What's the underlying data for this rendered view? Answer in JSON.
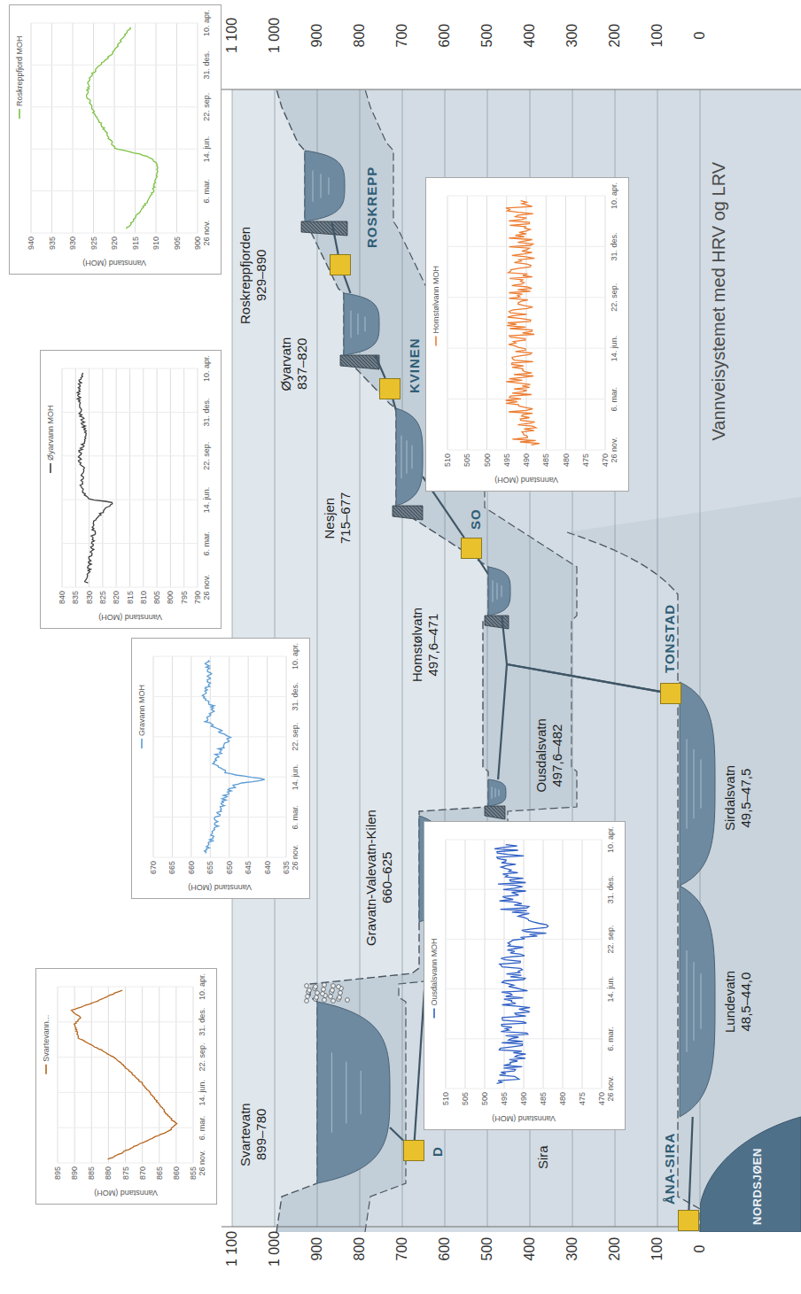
{
  "diagram": {
    "title": "Vannveisystemet med HRV og LRV",
    "nodes": [
      {
        "text": [
          "Roskreppfjord MOH",
          "Vannstand (MOH)",
          "940",
          "935",
          "930",
          "925",
          "920",
          "915",
          "910",
          "905",
          "900",
          "26 nov.",
          "6. mar.",
          "14. jun.",
          "22. sep.",
          "31. des.",
          "10. apr."
        ]
      },
      {
        "text": [
          "Øyarvann MOH",
          "Vannstand (MOH)",
          "840",
          "835",
          "830",
          "825",
          "820",
          "815",
          "810",
          "805",
          "800",
          "795",
          "790",
          "26 nov.",
          "6. mar.",
          "14. jun.",
          "22. sep.",
          "31. des.",
          "10. apr."
        ]
      },
      {
        "text": [
          "Gravann MOH",
          "Vannstand (MOH)",
          "670",
          "665",
          "660",
          "655",
          "650",
          "645",
          "640",
          "635",
          "26 nov.",
          "6. mar.",
          "14. jun.",
          "22. sep.",
          "31. des.",
          "10. apr."
        ]
      },
      {
        "text": [
          "Svartevann...",
          "Vannstand (MOH)",
          "895",
          "890",
          "885",
          "880",
          "875",
          "870",
          "865",
          "860",
          "855",
          "26 nov.",
          "6. mar.",
          "14. jun.",
          "22. sep.",
          "31. des.",
          "10. apr."
        ]
      },
      {
        "text": [
          "Homstølvann MOH",
          "Vannstand (MOH)",
          "510",
          "505",
          "500",
          "495",
          "490",
          "485",
          "480",
          "475",
          "470",
          "26 nov.",
          "6. mar.",
          "14. jun.",
          "22. sep.",
          "31. des.",
          "10. apr."
        ]
      },
      {
        "text": [
          "Ousdalsvann MOH",
          "Vannstand (MOH)",
          "510",
          "505",
          "500",
          "495",
          "490",
          "485",
          "480",
          "475",
          "470",
          "26 nov.",
          "6. mar.",
          "14. jun.",
          "22. sep.",
          "31. des.",
          "10. apr."
        ]
      },
      {
        "text": [
          "Roskreppfjorden",
          "929–890"
        ]
      },
      {
        "text": [
          "ROSKREPP"
        ]
      },
      {
        "text": [
          "Øyarvatn",
          "837–820"
        ]
      },
      {
        "text": [
          "KVINEN"
        ]
      },
      {
        "text": [
          "Nesjen",
          "715–677"
        ]
      },
      {
        "text": [
          "SO"
        ]
      },
      {
        "text": [
          "Homstølvatn",
          "497,6–471"
        ]
      },
      {
        "text": [
          "TONSTAD"
        ]
      },
      {
        "text": [
          "Ousdalsvatn",
          "497,6–482"
        ]
      },
      {
        "text": [
          "Sirdalsvatn",
          "49,5–47,5"
        ]
      },
      {
        "text": [
          "Gravatn-Valevatn-Kilen",
          "660–625"
        ]
      },
      {
        "text": [
          "Lundevatn",
          "48,5–44,0"
        ]
      },
      {
        "text": [
          "Svartevatn",
          "899–780"
        ]
      },
      {
        "text": [
          "D"
        ]
      },
      {
        "text": [
          "ÅNA-SIRA"
        ]
      },
      {
        "text": [
          "NORDSJØEN"
        ]
      }
    ],
    "edges": [
      {
        "from": 6,
        "to": 7,
        "arrow": "none"
      },
      {
        "from": 7,
        "to": 8,
        "arrow": "none"
      },
      {
        "from": 8,
        "to": 9,
        "arrow": "none"
      },
      {
        "from": 9,
        "to": 10,
        "arrow": "none"
      },
      {
        "from": 10,
        "to": 11,
        "arrow": "none"
      },
      {
        "from": 11,
        "to": 12,
        "arrow": "none"
      },
      {
        "from": 12,
        "to": 13,
        "arrow": "none"
      },
      {
        "from": 14,
        "to": 13,
        "arrow": "none"
      },
      {
        "from": 18,
        "to": 19,
        "arrow": "none"
      },
      {
        "from": 19,
        "to": 16,
        "arrow": "none"
      },
      {
        "from": 17,
        "to": 20,
        "arrow": "none"
      }
    ],
    "labels": [
      "Sira",
      "1 100",
      "1 000",
      "900",
      "800",
      "700",
      "600",
      "500",
      "400",
      "300",
      "200",
      "100",
      "0",
      "1 100",
      "1 000",
      "900",
      "800",
      "700",
      "600",
      "500",
      "400",
      "300",
      "200",
      "100",
      "0"
    ]
  }
}
